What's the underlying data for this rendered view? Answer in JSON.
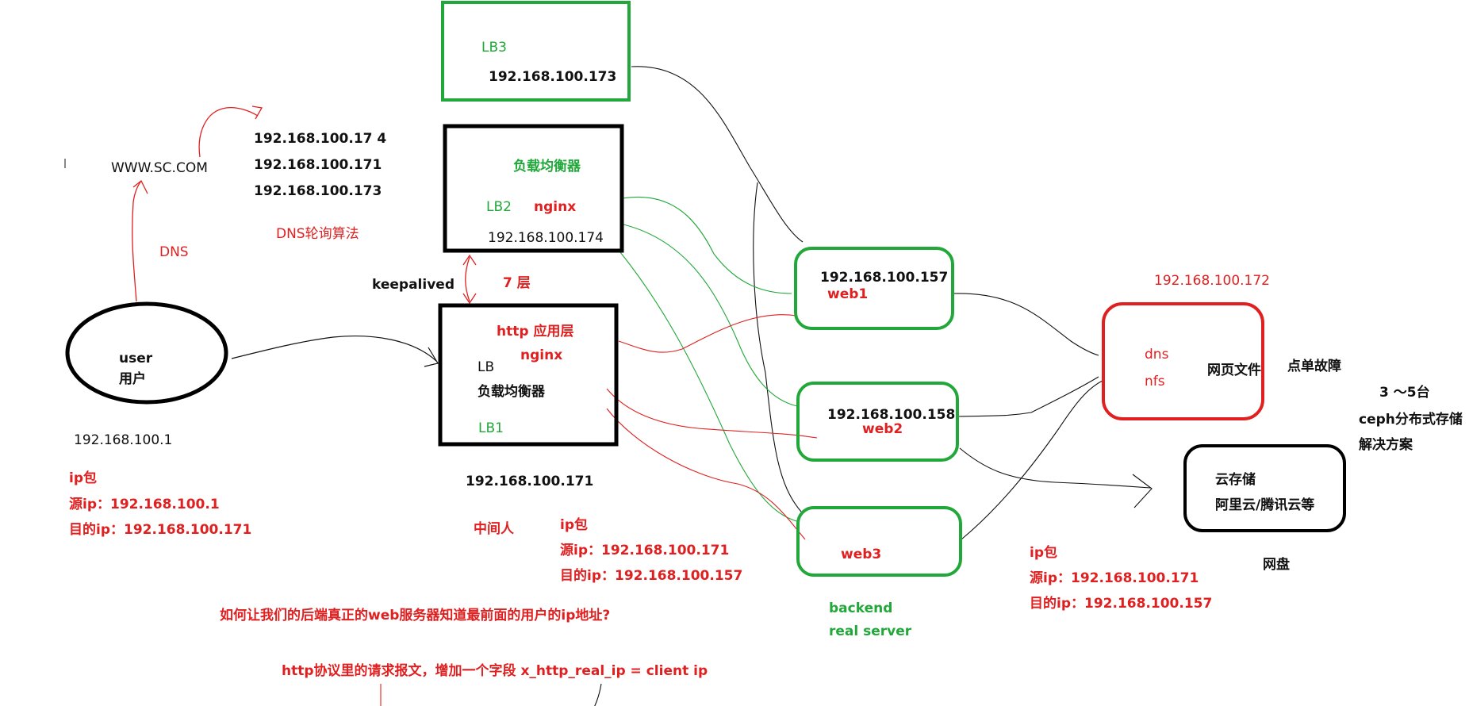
{
  "colors": {
    "red": "#e02020",
    "green": "#22a83a",
    "black": "#111111"
  },
  "user": {
    "name_en": "user",
    "name_cn": "用户",
    "ip": "192.168.100.1"
  },
  "dns": {
    "domain": "WWW.SC.COM",
    "label": "DNS",
    "ips": [
      "192.168.100.17 4",
      "192.168.100.171",
      "192.168.100.173"
    ],
    "algorithm": "DNS轮询算法"
  },
  "client_packet": {
    "title": "ip包",
    "src": "源ip：192.168.100.1",
    "dst": "目的ip：192.168.100.171"
  },
  "lb3": {
    "name": "LB3",
    "ip": "192.168.100.173"
  },
  "lb2": {
    "title": "负载均衡器",
    "name": "LB2",
    "software": "nginx",
    "ip": "192.168.100.174"
  },
  "lb1": {
    "layer": "http  应用层",
    "software": "nginx",
    "short": "LB",
    "title": "负载均衡器",
    "name": "LB1",
    "ip": "192.168.100.171"
  },
  "keepalived": {
    "label": "keepalived",
    "layer": "7 层"
  },
  "middleman": {
    "label": "中间人",
    "title": "ip包",
    "src": "源ip：192.168.100.171",
    "dst": "目的ip：192.168.100.157"
  },
  "web1": {
    "ip": "192.168.100.157",
    "name": "web1"
  },
  "web2": {
    "ip": "192.168.100.158",
    "name": "web2"
  },
  "web3": {
    "name": "web3"
  },
  "backend": {
    "line1": "backend",
    "line2": "real  server"
  },
  "server_packet": {
    "title": "ip包",
    "src": "源ip：192.168.100.171",
    "dst": "目的ip：192.168.100.157"
  },
  "storage": {
    "ip": "192.168.100.172",
    "dns": "dns",
    "nfs": "nfs",
    "files": "网页文件",
    "spof": "点单故障"
  },
  "ceph": {
    "count": "3 ～5台",
    "line1": "ceph分布式存储",
    "line2": "解决方案"
  },
  "cloud": {
    "line1": "云存储",
    "line2": "阿里云/腾讯云等",
    "label": "网盘"
  },
  "question": "如何让我们的后端真正的web服务器知道最前面的用户的ip地址?",
  "answer": "http协议里的请求报文，增加一个字段  x_http_real_ip = client ip"
}
